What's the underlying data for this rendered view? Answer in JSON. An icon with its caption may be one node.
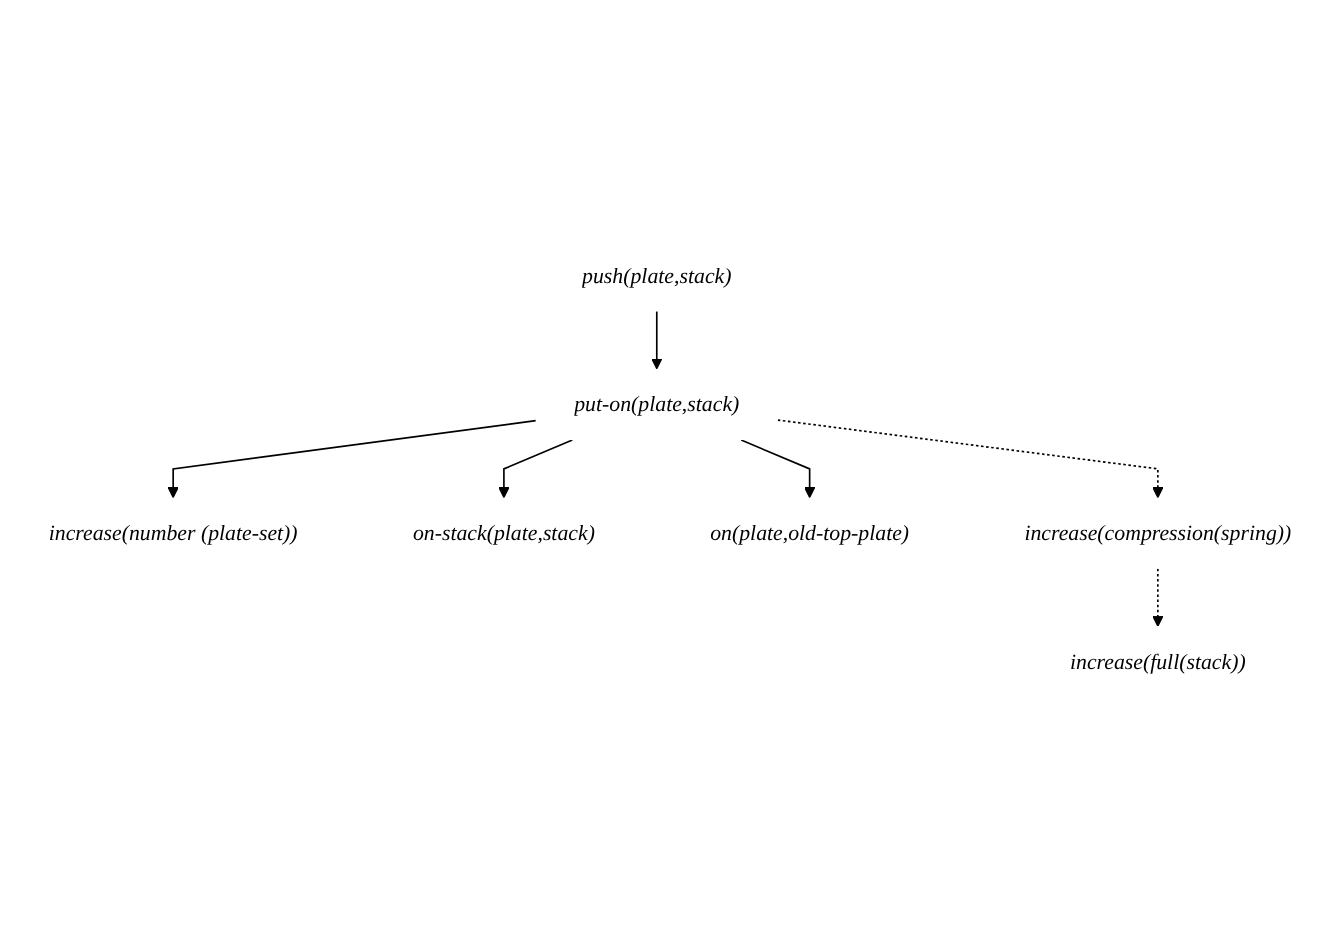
{
  "diagram": {
    "nodes": [
      {
        "text": [
          "push(plate,stack)"
        ]
      },
      {
        "text": [
          "put-on(plate,stack)"
        ]
      },
      {
        "text": [
          "increase(number (plate-set))"
        ]
      },
      {
        "text": [
          "on-stack(plate,stack)"
        ]
      },
      {
        "text": [
          "on(plate,old-top-plate)"
        ]
      },
      {
        "text": [
          "increase(compression(spring))"
        ]
      },
      {
        "text": [
          "increase(full(stack))"
        ]
      }
    ],
    "edges": [
      {
        "from": 0,
        "to": 1,
        "arrow": "to"
      },
      {
        "from": 1,
        "to": 3,
        "arrow": "to"
      },
      {
        "from": 1,
        "to": 2,
        "arrow": "to"
      },
      {
        "from": 1,
        "to": 5,
        "arrow": "to",
        "style": "dashed"
      },
      {
        "from": 1,
        "to": 4,
        "arrow": "to"
      },
      {
        "from": 5,
        "to": 6,
        "arrow": "to",
        "style": "dashed"
      }
    ]
  }
}
